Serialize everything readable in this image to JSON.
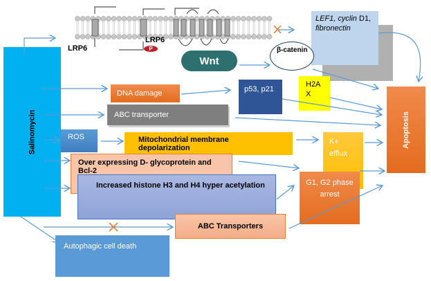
{
  "drug": "Salinomycin",
  "receptor_labels": [
    "LRP6",
    "LRP6"
  ],
  "phospho": "P",
  "wnt": "Wnt",
  "beta_catenin": "β-catenin",
  "targets": {
    "lef1": "LEF1,",
    "cyclin": "cyclin",
    "d1": " D1,",
    "fibronectin": "fibronectin"
  },
  "outcome": "Apoptosis",
  "nodes": {
    "dna_damage": "DNA damage",
    "p53": "p53, p21",
    "h2ax": "H2A X",
    "abc_transporter": "ABC transporter",
    "ros": "ROS",
    "mito": "Mitochondrial membrane depolarization",
    "k_efflux": "K+ efflux",
    "overexpress": "Over expressing D- glycoprotein and Bcl-2",
    "histone": "Increased histone H3 and H4 hyper acetylation",
    "cell_cycle": "G1, G2 phase arrest",
    "abc_transporters": "ABC Transporters",
    "autophagic": "Autophagic cell death"
  },
  "colors": {
    "salinomycin": "#00b0f0",
    "apoptosis": "#ed7d31",
    "arrow": "#5b9bd5",
    "inhibit": "#ed7d31",
    "wnt": "#2e7070"
  }
}
